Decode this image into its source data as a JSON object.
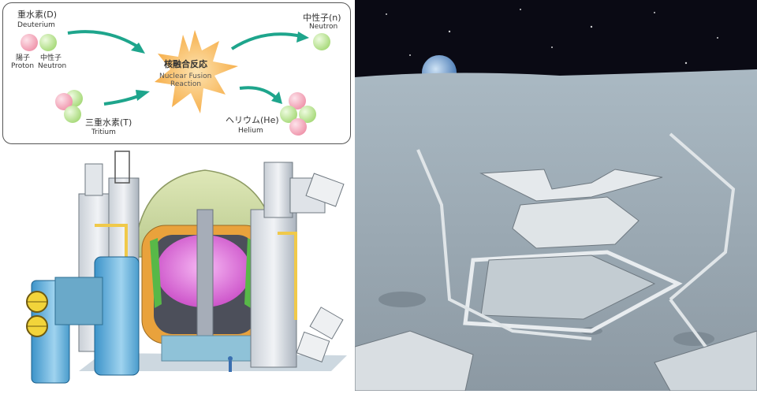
{
  "fusion": {
    "deuterium_jp": "重水素(D)",
    "deuterium_en": "Deuterium",
    "proton_jp": "陽子",
    "proton_en": "Proton",
    "neutron_small_jp": "中性子",
    "neutron_small_en": "Neutron",
    "reaction_jp": "核融合反応",
    "reaction_en_1": "Nuclear Fusion",
    "reaction_en_2": "Reaction",
    "tritium_jp": "三重水素(T)",
    "tritium_en": "Tritium",
    "neutron_jp": "中性子(n)",
    "neutron_en": "Neutron",
    "helium_jp": "ヘリウム(He)",
    "helium_en": "Helium"
  },
  "colors": {
    "proton": "#f2a7b8",
    "neutron": "#bde49a",
    "arrow": "#1ea58c",
    "star": "#f7b347",
    "plasma": "#d85ed8"
  }
}
